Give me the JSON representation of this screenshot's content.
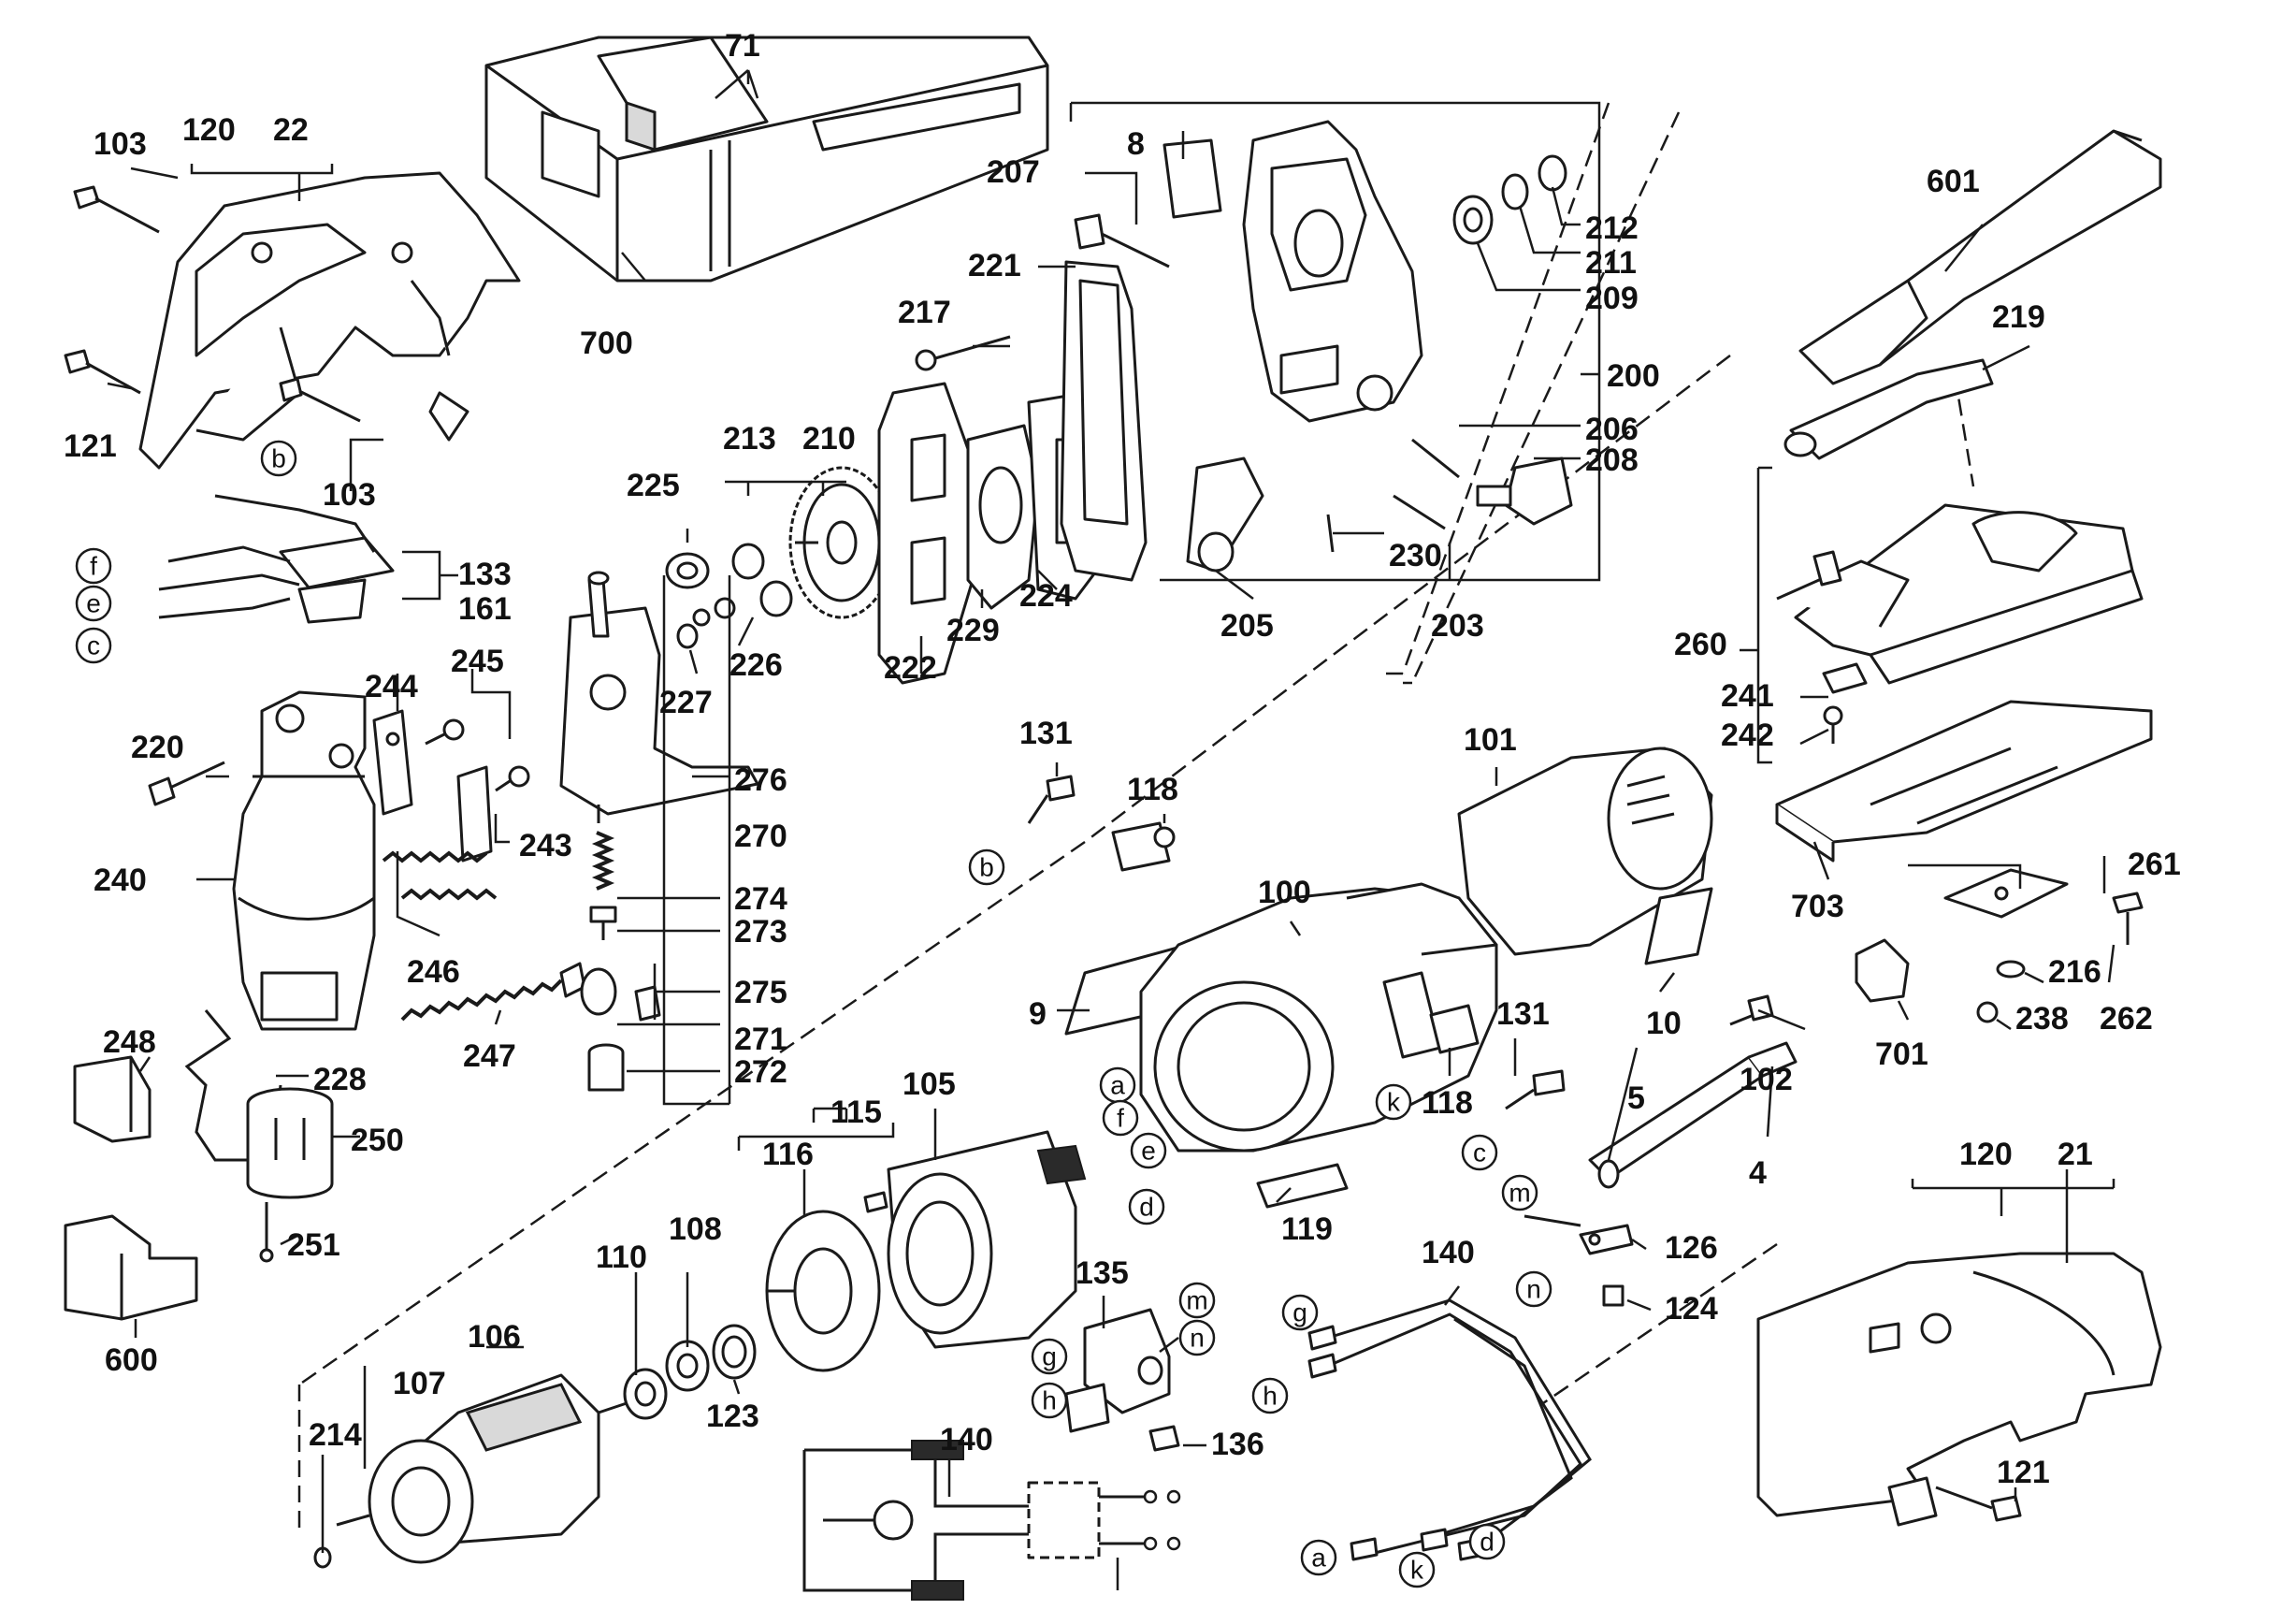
{
  "callouts": {
    "n71": "71",
    "n103a": "103",
    "n120a": "120",
    "n22": "22",
    "n121a": "121",
    "n103b": "103",
    "n700": "700",
    "n8": "8",
    "n207": "207",
    "n221": "221",
    "n217": "217",
    "n212": "212",
    "n211": "211",
    "n209": "209",
    "n200": "200",
    "n206": "206",
    "n208": "208",
    "n230": "230",
    "n203": "203",
    "n205": "205",
    "n601": "601",
    "n219": "219",
    "n213": "213",
    "n210": "210",
    "n225": "225",
    "n226": "226",
    "n227": "227",
    "n222": "222",
    "n229": "229",
    "n224": "224",
    "n133": "133",
    "n161": "161",
    "n220": "220",
    "n244": "244",
    "n245": "245",
    "n276": "276",
    "n270": "270",
    "n274": "274",
    "n273": "273",
    "n275": "275",
    "n271": "271",
    "n272": "272",
    "n240": "240",
    "n243": "243",
    "n246": "246",
    "n247": "247",
    "n248": "248",
    "n228": "228",
    "n250": "250",
    "n251": "251",
    "n600": "600",
    "n131a": "131",
    "n118a": "118",
    "n101": "101",
    "n100": "100",
    "n9": "9",
    "n10": "10",
    "n131b": "131",
    "n118b": "118",
    "n119": "119",
    "n105": "105",
    "n115": "115",
    "n116": "116",
    "n108": "108",
    "n110": "110",
    "n106": "106",
    "n107": "107",
    "n214": "214",
    "n123": "123",
    "n135": "135",
    "n136": "136",
    "n140a": "140",
    "n140b": "140",
    "n260": "260",
    "n241": "241",
    "n242": "242",
    "n703": "703",
    "n261": "261",
    "n216": "216",
    "n262": "262",
    "n238": "238",
    "n701": "701",
    "n102": "102",
    "n5": "5",
    "n4": "4",
    "n126": "126",
    "n124": "124",
    "n120b": "120",
    "n21": "21",
    "n121b": "121"
  },
  "connectors": {
    "b1": "b",
    "f1": "f",
    "e1": "e",
    "c1": "c",
    "b2": "b",
    "k1": "k",
    "c2": "c",
    "a1": "a",
    "f2": "f",
    "e2": "e",
    "d1": "d",
    "m1": "m",
    "n1": "n",
    "g1": "g",
    "h1": "h",
    "m2": "m",
    "n2": "n",
    "g2": "g",
    "h2": "h",
    "a2": "a",
    "k2": "k",
    "d2": "d"
  }
}
